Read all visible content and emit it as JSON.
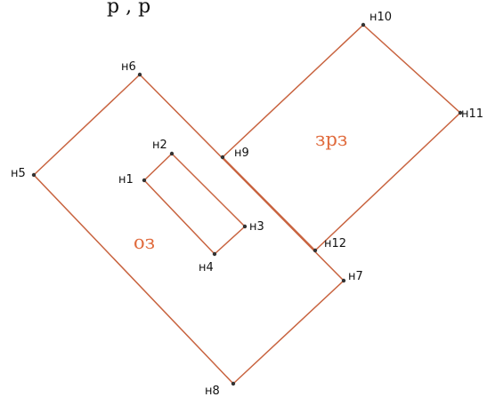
{
  "caption": "            р ,          р ",
  "zones": {
    "outer": "оз",
    "right": "зрз"
  },
  "vertices": {
    "n1": "н1",
    "n2": "н2",
    "n3": "н3",
    "n4": "н4",
    "n5": "н5",
    "n6": "н6",
    "n7": "н7",
    "n8": "н8",
    "n9": "н9",
    "n10": "н10",
    "n11": "н11",
    "n12": "н12"
  },
  "colors": {
    "edge": "#c8633f",
    "zone_label": "#e06a3c",
    "vertex": "#333333"
  }
}
